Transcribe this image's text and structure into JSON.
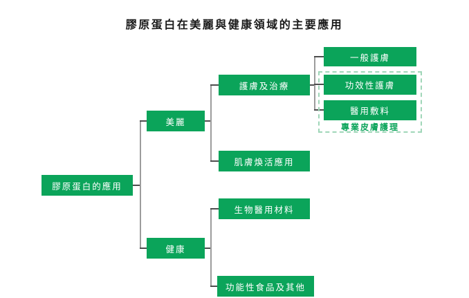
{
  "title": "膠原蛋白在美麗與健康領域的主要應用",
  "nodes": {
    "root": {
      "label": "膠原蛋白的應用"
    },
    "beauty": {
      "label": "美麗"
    },
    "health": {
      "label": "健康"
    },
    "skincare_treatment": {
      "label": "護膚及治療"
    },
    "skin_revitalization": {
      "label": "肌膚煥活應用"
    },
    "general_skincare": {
      "label": "一般護膚"
    },
    "functional_skincare": {
      "label": "功效性護膚"
    },
    "medical_dressings": {
      "label": "醫用敷料"
    },
    "biomedical_materials": {
      "label": "生物醫用材料"
    },
    "functional_food": {
      "label": "功能性食品及其他"
    }
  },
  "group": {
    "label": "專業皮膚護理",
    "contains": [
      "功效性護膚",
      "醫用敷料"
    ]
  },
  "hierarchy": [
    {
      "from": "膠原蛋白的應用",
      "to": "美麗"
    },
    {
      "from": "膠原蛋白的應用",
      "to": "健康"
    },
    {
      "from": "美麗",
      "to": "護膚及治療"
    },
    {
      "from": "美麗",
      "to": "肌膚煥活應用"
    },
    {
      "from": "護膚及治療",
      "to": "一般護膚"
    },
    {
      "from": "護膚及治療",
      "to": "功效性護膚"
    },
    {
      "from": "護膚及治療",
      "to": "醫用敷料"
    },
    {
      "from": "健康",
      "to": "生物醫用材料"
    },
    {
      "from": "健康",
      "to": "功能性食品及其他"
    }
  ],
  "colors": {
    "box_green": "#0ba45a",
    "box_text": "#ffffff",
    "connector_h": "#4d4d4d",
    "connector_v": "#9c9c9c",
    "dashed_border": "#9fd6b8",
    "label_green": "#0ba45a",
    "title_color": "#1a1a1a",
    "bg": "#ffffff"
  }
}
